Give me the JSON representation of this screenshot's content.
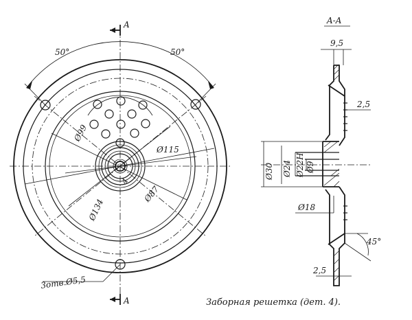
{
  "front_view": {
    "section_mark_top": "A",
    "section_mark_bottom": "A",
    "angle_left": "50°",
    "angle_right": "50°",
    "dim_99": "Ø99",
    "dim_115": "Ø115",
    "dim_134": "Ø134",
    "dim_87": "Ø87",
    "dim_4": "4",
    "holes_note": "3отв.Ø5,5"
  },
  "section_view": {
    "title": "A-A",
    "dim_9_5": "9,5",
    "dim_2_5_top": "2,5",
    "dim_30": "Ø30",
    "dim_24": "Ø24",
    "dim_22H": "Ø22H",
    "dim_9": "Ø9",
    "dim_18": "Ø18",
    "angle_45": "45°",
    "dim_2_5_bottom": "2,5"
  },
  "caption": "Заборная решетка (дет. 4)."
}
